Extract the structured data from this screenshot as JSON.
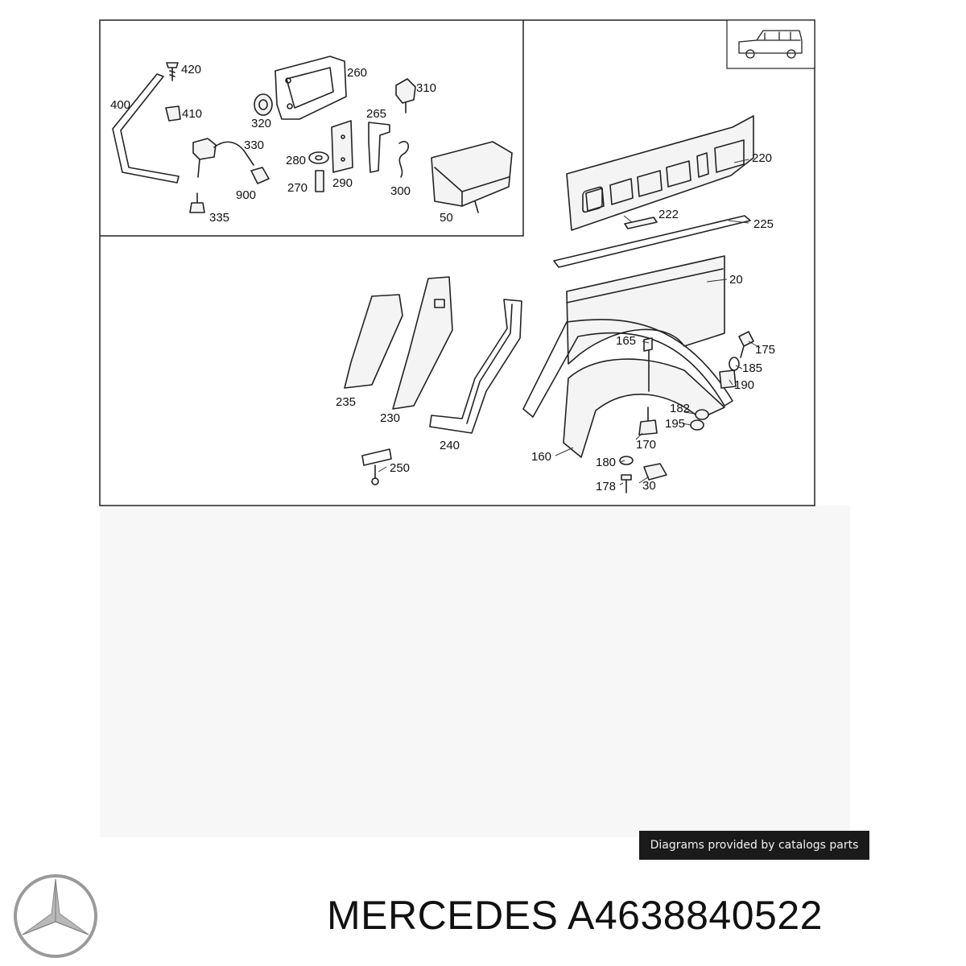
{
  "diagram": {
    "labels": {
      "l420": "420",
      "l400": "400",
      "l410": "410",
      "l330": "330",
      "l900": "900",
      "l335": "335",
      "l260": "260",
      "l320": "320",
      "l310": "310",
      "l265": "265",
      "l280": "280",
      "l270": "270",
      "l290": "290",
      "l300": "300",
      "l50": "50",
      "l220": "220",
      "l222": "222",
      "l225": "225",
      "l20": "20",
      "l165": "165",
      "l175": "175",
      "l185": "185",
      "l190": "190",
      "l182": "182",
      "l195": "195",
      "l170": "170",
      "l235": "235",
      "l230": "230",
      "l240": "240",
      "l160": "160",
      "l180": "180",
      "l178": "178",
      "l30": "30",
      "l250": "250"
    }
  },
  "credit": {
    "text": "Diagrams provided by catalogs parts"
  },
  "brand": {
    "title": "MERCEDES A4638840522",
    "logo_icon": "mercedes-star-icon"
  }
}
